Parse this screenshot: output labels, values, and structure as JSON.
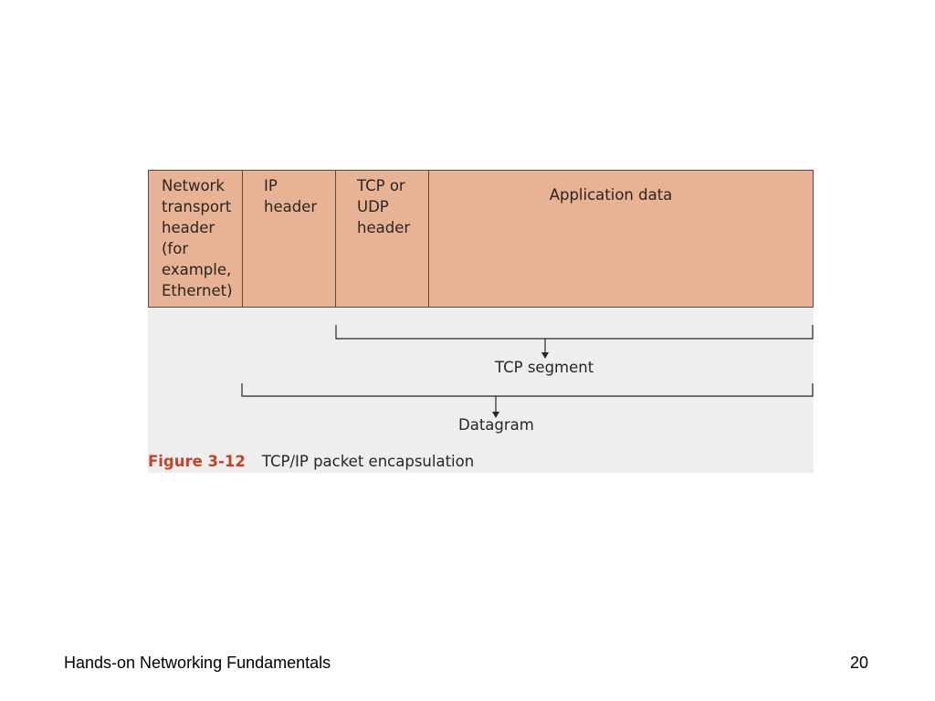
{
  "diagram": {
    "fields": [
      {
        "id": "network",
        "label": "Network\ntransport\nheader\n(for\nexample,\nEthernet)"
      },
      {
        "id": "ip",
        "label": "IP\nheader"
      },
      {
        "id": "tcp",
        "label": "TCP or\nUDP\nheader"
      },
      {
        "id": "app",
        "label": "Application data"
      }
    ],
    "segment_label": "TCP segment",
    "datagram_label": "Datagram",
    "colors": {
      "field_fill": "#e8b294",
      "panel": "#eeeeee",
      "caption_accent": "#c1442a"
    }
  },
  "caption": {
    "number": "Figure 3-12",
    "title": "TCP/IP packet encapsulation"
  },
  "footer": {
    "title": "Hands-on Networking Fundamentals",
    "page": "20"
  }
}
